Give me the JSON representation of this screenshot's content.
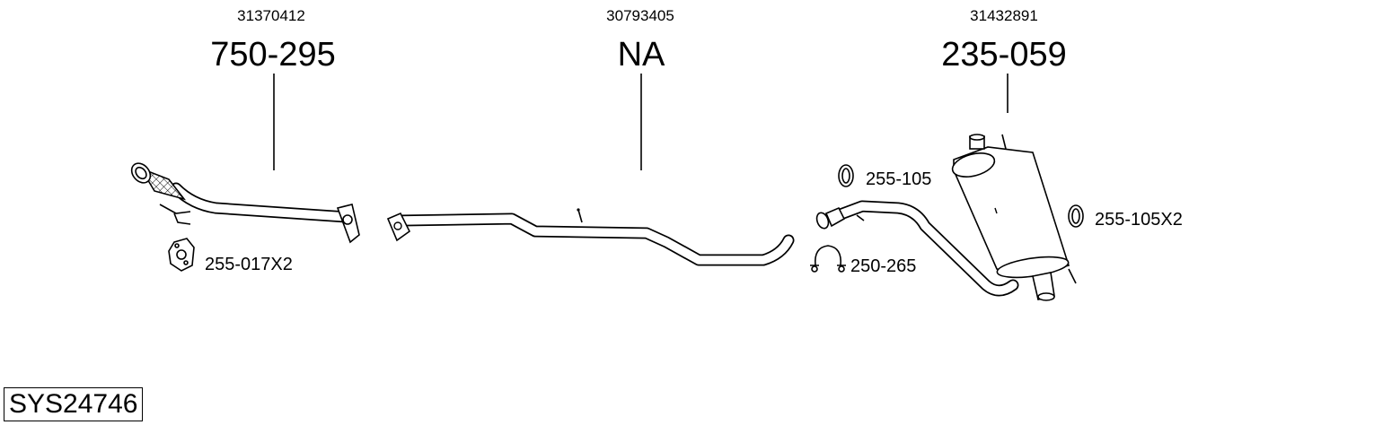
{
  "oem_numbers": [
    "31370412",
    "30793405",
    "31432891"
  ],
  "part_numbers": [
    "750-295",
    "NA",
    "235-059"
  ],
  "accessories": {
    "gasket_front": "255-017X2",
    "ring_1": "255-105",
    "clamp": "250-265",
    "ring_2": "255-105X2"
  },
  "system_code": "SYS24746"
}
